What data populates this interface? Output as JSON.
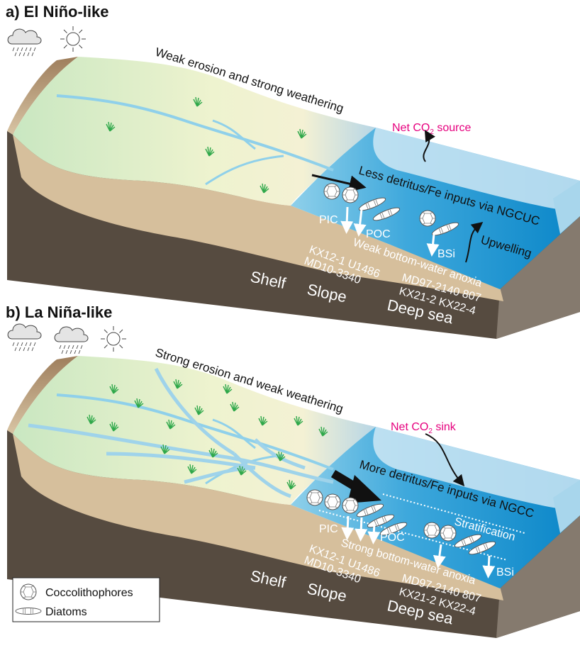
{
  "panels": [
    {
      "title": "a) El Niño-like",
      "land_process": "Weak erosion and strong weathering",
      "co2": "Net CO",
      "co2_sub": "2",
      "co2_suffix": " source",
      "input": "Less detritus/Fe inputs via NGCUC",
      "pic": "PIC",
      "poc": "POC",
      "bsi": "BSi",
      "extra": "Upwelling",
      "anoxia": "Weak bottom-water anoxia",
      "sites_slope_1": "KX12-1 U1486",
      "sites_slope_2": "MD10-3340",
      "sites_deep_1": "MD97-2140 807",
      "sites_deep_2": "KX21-2 KX22-4",
      "zones": [
        "Shelf",
        "Slope",
        "Deep sea"
      ],
      "weather": [
        "rain-cloud-icon",
        "sun-icon"
      ]
    },
    {
      "title": "b) La Niña-like",
      "land_process": "Strong erosion and weak weathering",
      "co2": "Net CO",
      "co2_sub": "2",
      "co2_suffix": " sink",
      "input": "More detritus/Fe inputs via NGCC",
      "pic": "PIC",
      "poc": "POC",
      "bsi": "BSi",
      "extra": "Stratification",
      "anoxia": "Strong bottom-water anoxia",
      "sites_slope_1": "KX12-1 U1486",
      "sites_slope_2": "MD10-3340",
      "sites_deep_1": "MD97-2140 807",
      "sites_deep_2": "KX21-2 KX22-4",
      "zones": [
        "Shelf",
        "Slope",
        "Deep sea"
      ],
      "weather": [
        "rain-cloud-icon",
        "rain-cloud-icon",
        "sun-icon"
      ]
    }
  ],
  "legend": {
    "coccolithophores": "Coccolithophores",
    "diatoms": "Diatoms"
  },
  "colors": {
    "co2_text": "#e6007e",
    "deep_sea": "#0a8ccc",
    "land": "#cfe9c4",
    "sediment": "#d6bf9c",
    "bedrock": "#5a4f44"
  }
}
